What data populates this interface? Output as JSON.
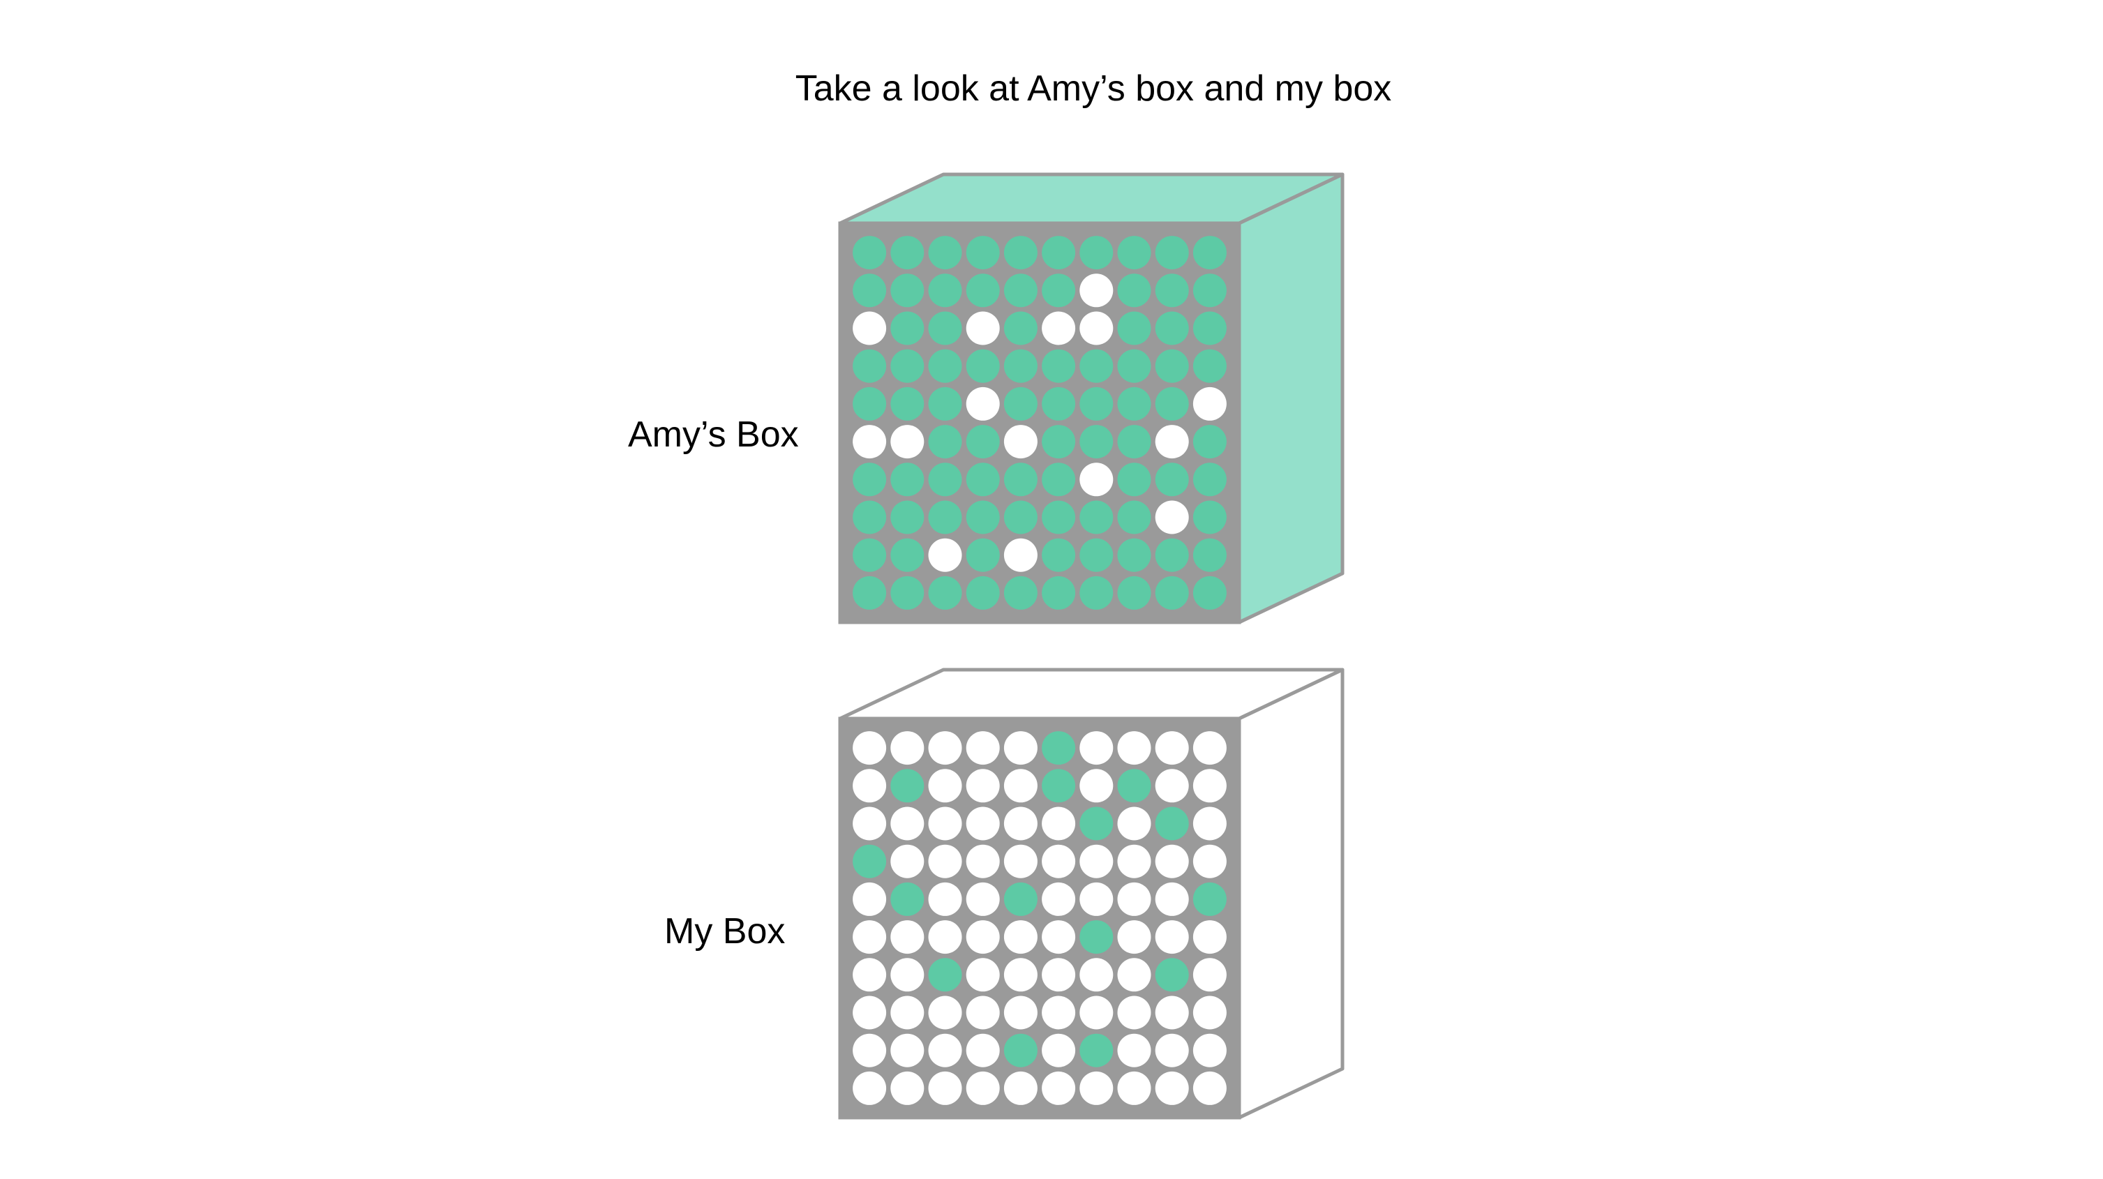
{
  "title": "Take a look at Amy’s box and my box",
  "colors": {
    "accent": "#5DCAA5",
    "accent_light": "#94E0CB",
    "box_face": "#9A9A9A",
    "edge": "#9A9A9A",
    "empty_dot": "#FFFFFF"
  },
  "boxes": [
    {
      "label": "Amy’s Box",
      "side_color": "#94E0CB",
      "grid_legend": "G = green dot, W = white dot",
      "grid": [
        "GGGGGGGGGG",
        "GGGGGGWGGG",
        "WGGWGWWGGG",
        "GGGGGGGGGG",
        "GGGWGGGGGW",
        "WWGGWGGGWG",
        "GGGGGGWGGG",
        "GGGGGGGGWG",
        "GGWGWGGGGG",
        "GGGGGGGGGG"
      ]
    },
    {
      "label": "My Box",
      "side_color": "#FFFFFF",
      "grid_legend": "G = green dot, W = white dot",
      "grid": [
        "WWWWWGWWWW",
        "WGWWWGWGWW",
        "WWWWWWGWGW",
        "GWWWWWWWWW",
        "WGWWGWWWWG",
        "WWWWWWGWWW",
        "WWGWWWWWGW",
        "WWWWWWWWWW",
        "WWWWGWGWWW",
        "WWWWWWWWWW"
      ]
    }
  ]
}
